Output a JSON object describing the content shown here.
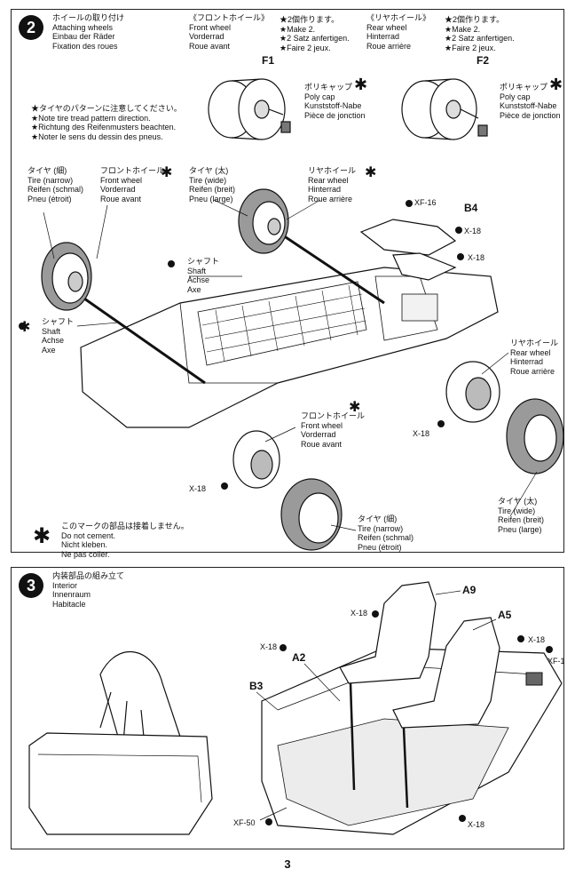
{
  "step2": {
    "number": "2",
    "title_jp": "ホイールの取り付け",
    "title_en": "Attaching wheels",
    "title_de": "Einbau der Räder",
    "title_fr": "Fixation des roues",
    "front_wheel_hdr": {
      "jp": "《フロントホイール》",
      "en": "Front wheel",
      "de": "Vorderrad",
      "fr": "Roue avant"
    },
    "front_make": {
      "jp": "★2個作ります。",
      "en": "★Make 2.",
      "de": "★2 Satz anfertigen.",
      "fr": "★Faire 2 jeux."
    },
    "rear_wheel_hdr": {
      "jp": "《リヤホイール》",
      "en": "Rear wheel",
      "de": "Hinterrad",
      "fr": "Roue arrière"
    },
    "rear_make": {
      "jp": "★2個作ります。",
      "en": "★Make 2.",
      "de": "★2 Satz anfertigen.",
      "fr": "★Faire 2 jeux."
    },
    "f1": "F1",
    "f2": "F2",
    "polycap1": {
      "jp": "ポリキャップ",
      "en": "Poly cap",
      "de": "Kunststoff-Nabe",
      "fr": "Pièce de jonction"
    },
    "polycap2": {
      "jp": "ポリキャップ",
      "en": "Poly cap",
      "de": "Kunststoff-Nabe",
      "fr": "Pièce de jonction"
    },
    "tread_note": {
      "jp": "★タイヤのパターンに注意してください。",
      "en": "★Note tire tread pattern direction.",
      "de": "★Richtung des Reifenmusters beachten.",
      "fr": "★Noter le sens du dessin des pneus."
    },
    "tire_narrow_a": {
      "jp": "タイヤ (細)",
      "en": "Tire (narrow)",
      "de": "Reifen (schmal)",
      "fr": "Pneu (étroit)"
    },
    "front_wheel_a": {
      "jp": "フロントホイール",
      "en": "Front wheel",
      "de": "Vorderrad",
      "fr": "Roue avant"
    },
    "tire_wide_a": {
      "jp": "タイヤ (太)",
      "en": "Tire (wide)",
      "de": "Reifen (breit)",
      "fr": "Pneu (large)"
    },
    "rear_wheel_a": {
      "jp": "リヤホイール",
      "en": "Rear wheel",
      "de": "Hinterrad",
      "fr": "Roue arrière"
    },
    "xf16": "XF-16",
    "b4": "B4",
    "x18_a": "X-18",
    "x18_b": "X-18",
    "x18_c": "X-18",
    "x18_d": "X-18",
    "shaft_a": {
      "jp": "シャフト",
      "en": "Shaft",
      "de": "Achse",
      "fr": "Axe"
    },
    "shaft_b": {
      "jp": "シャフト",
      "en": "Shaft",
      "de": "Achse",
      "fr": "Axe"
    },
    "rear_wheel_b": {
      "jp": "リヤホイール",
      "en": "Rear wheel",
      "de": "Hinterrad",
      "fr": "Roue arrière"
    },
    "front_wheel_b": {
      "jp": "フロントホイール",
      "en": "Front wheel",
      "de": "Vorderrad",
      "fr": "Roue avant"
    },
    "tire_narrow_b": {
      "jp": "タイヤ (細)",
      "en": "Tire (narrow)",
      "de": "Reifen (schmal)",
      "fr": "Pneu (étroit)"
    },
    "tire_wide_b": {
      "jp": "タイヤ (太)",
      "en": "Tire (wide)",
      "de": "Reifen (breit)",
      "fr": "Pneu (large)"
    },
    "cement_note": {
      "jp": "このマークの部品は接着しません。",
      "en": "Do not cement.",
      "de": "Nicht kleben.",
      "fr": "Ne pas coller."
    }
  },
  "step3": {
    "number": "3",
    "title_jp": "内装部品の組み立て",
    "title_en": "Interior",
    "title_de": "Innenraum",
    "title_fr": "Habitacle",
    "a9": "A9",
    "a5": "A5",
    "a2": "A2",
    "b3": "B3",
    "x18_1": "X-18",
    "x18_2": "X-18",
    "x18_3": "X-18",
    "x18_4": "X-18",
    "xf1": "XF-1",
    "xf50": "XF-50"
  },
  "page_number": "3",
  "colors": {
    "ink": "#111111",
    "paper": "#ffffff",
    "tire_gray": "#9a9a9a",
    "light_gray": "#d8d8d8"
  },
  "icons": [
    "no-cement-icon",
    "paint-dot-icon"
  ]
}
